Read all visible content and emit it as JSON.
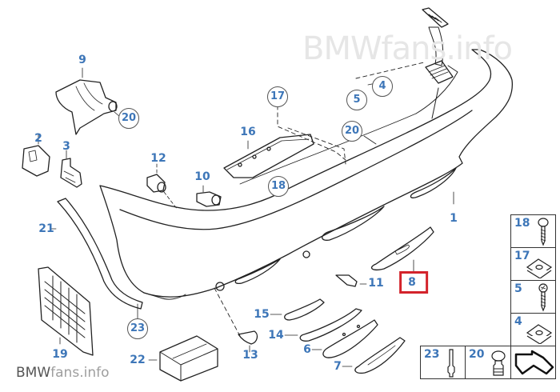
{
  "watermark": {
    "top_text": "BMWfans.info",
    "bottom_brand": "BMW",
    "bottom_domain_part1": "fans",
    "bottom_domain_part2": ".info"
  },
  "colors": {
    "label": "#3d76b8",
    "highlight": "#d3232b",
    "line": "#222222"
  },
  "callouts": [
    {
      "id": "1",
      "circled": false,
      "selected": false
    },
    {
      "id": "2",
      "circled": false,
      "selected": false
    },
    {
      "id": "3",
      "circled": false,
      "selected": false
    },
    {
      "id": "4",
      "circled": true,
      "selected": false
    },
    {
      "id": "5",
      "circled": true,
      "selected": false
    },
    {
      "id": "6",
      "circled": false,
      "selected": false
    },
    {
      "id": "7",
      "circled": false,
      "selected": false
    },
    {
      "id": "8",
      "circled": false,
      "selected": true
    },
    {
      "id": "9",
      "circled": false,
      "selected": false
    },
    {
      "id": "10",
      "circled": false,
      "selected": false
    },
    {
      "id": "11",
      "circled": false,
      "selected": false
    },
    {
      "id": "12",
      "circled": false,
      "selected": false
    },
    {
      "id": "13",
      "circled": false,
      "selected": false
    },
    {
      "id": "14",
      "circled": false,
      "selected": false
    },
    {
      "id": "15",
      "circled": false,
      "selected": false
    },
    {
      "id": "16",
      "circled": false,
      "selected": false
    },
    {
      "id": "17",
      "circled": true,
      "selected": false
    },
    {
      "id": "18",
      "circled": true,
      "selected": false
    },
    {
      "id": "20a",
      "label": "20",
      "circled": true,
      "selected": false
    },
    {
      "id": "20b",
      "label": "20",
      "circled": true,
      "selected": false
    },
    {
      "id": "19",
      "circled": false,
      "selected": false
    },
    {
      "id": "21",
      "circled": false,
      "selected": false
    },
    {
      "id": "22",
      "circled": false,
      "selected": false
    },
    {
      "id": "23",
      "circled": true,
      "selected": false
    }
  ],
  "labels": {
    "c1": "1",
    "c2": "2",
    "c3": "3",
    "c4": "4",
    "c5": "5",
    "c6": "6",
    "c7": "7",
    "c8": "8",
    "c9": "9",
    "c10": "10",
    "c11": "11",
    "c12": "12",
    "c13": "13",
    "c14": "14",
    "c15": "15",
    "c16": "16",
    "c17": "17",
    "c18": "18",
    "c19": "19",
    "c20a": "20",
    "c20b": "20",
    "c21": "21",
    "c22": "22",
    "c23": "23"
  },
  "legend": {
    "items": [
      {
        "label": "18",
        "icon": "screw-icon"
      },
      {
        "label": "17",
        "icon": "clip-nut-icon"
      },
      {
        "label": "5",
        "icon": "screw-icon"
      },
      {
        "label": "4",
        "icon": "clip-nut-icon"
      },
      {
        "label": "23",
        "icon": "rivet-icon"
      },
      {
        "label": "20",
        "icon": "expanding-rivet-icon"
      },
      {
        "label": "",
        "icon": "arrow-direction-icon"
      }
    ]
  }
}
